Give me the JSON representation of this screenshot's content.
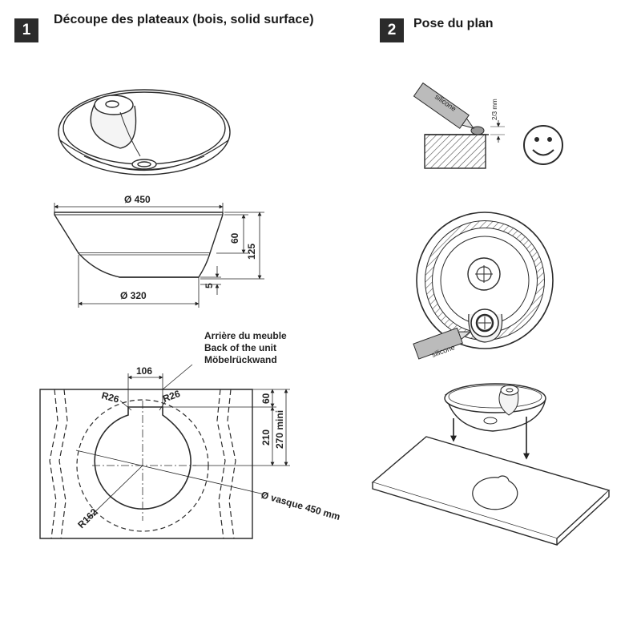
{
  "steps": [
    {
      "number": "1",
      "title": "Découpe des plateaux (bois, solid surface)"
    },
    {
      "number": "2",
      "title": "Pose du plan"
    }
  ],
  "dimensions": {
    "outer_diameter": "Ø 450",
    "base_diameter": "Ø 320",
    "rim_height": "60",
    "total_height": "125",
    "foot_height": "5",
    "notch_width": "106",
    "notch_radius": "R26",
    "notch_depth": "60",
    "cut_depth": "210",
    "min_depth": "270 mini",
    "cut_radius": "R162",
    "basin_diameter": "Ø vasque 450 mm"
  },
  "labels": {
    "back_fr": "Arrière du meuble",
    "back_en": "Back of the unit",
    "back_de": "Möbelrückwand",
    "silicone": "silicone",
    "bead_height": "2/3 mm"
  },
  "icons": [
    "smiley-icon",
    "silicone-tube-icon",
    "drain-icon"
  ],
  "colors": {
    "ink": "#2b2b2b",
    "badge": "#2b2b2b",
    "hatch": "#555555"
  }
}
